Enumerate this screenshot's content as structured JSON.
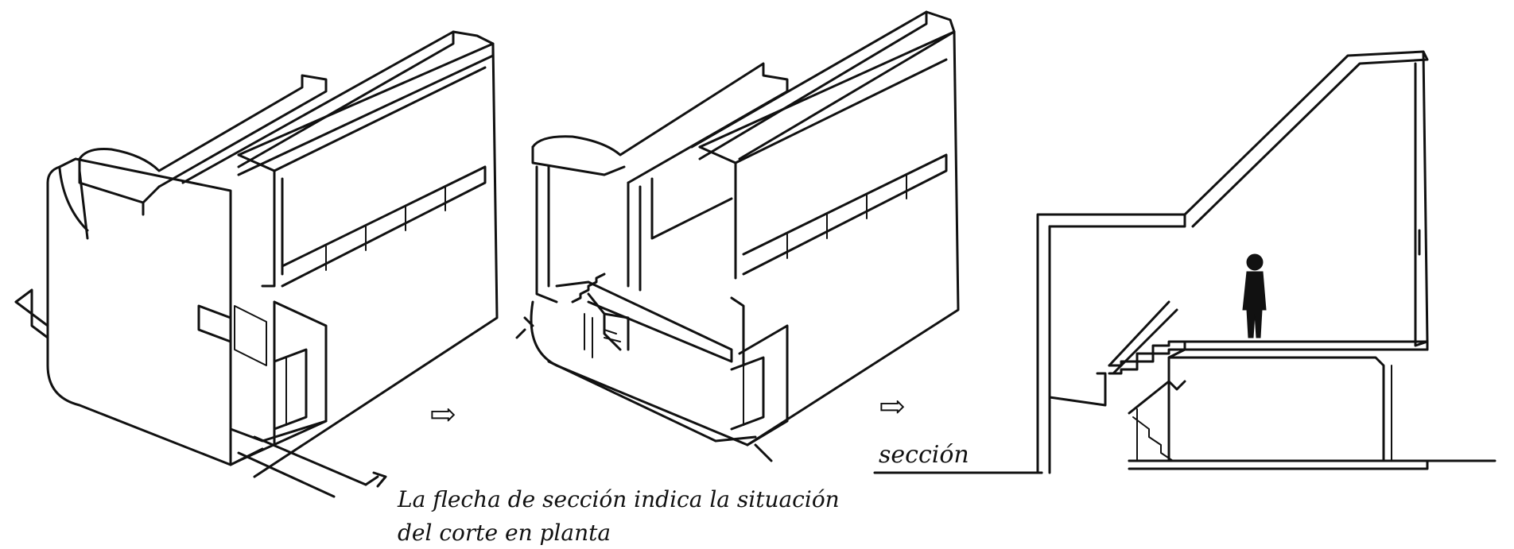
{
  "labels": {
    "section": "sección",
    "caption_line1": "La flecha de sección indica la situación",
    "caption_line2": "del corte en planta"
  },
  "arrows": [
    "⇨",
    "⇨"
  ]
}
